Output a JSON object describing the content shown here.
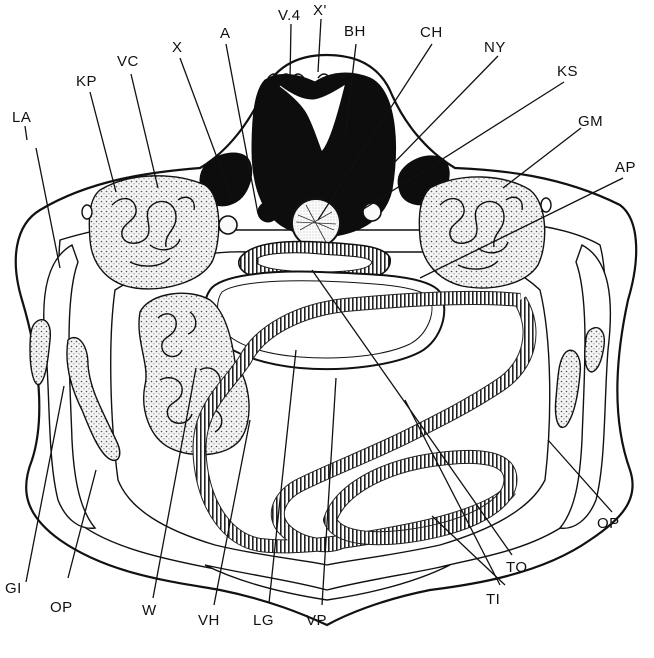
{
  "labels": {
    "V4": "V.4",
    "Xprime": "X'",
    "BH": "BH",
    "CH": "CH",
    "NY": "NY",
    "KS": "KS",
    "GM": "GM",
    "AP": "AP",
    "X": "X",
    "A": "A",
    "VC": "VC",
    "KP": "KP",
    "LA": "LA",
    "GI": "GI",
    "OP_left": "OP",
    "W": "W",
    "VH": "VH",
    "LG": "LG",
    "VP": "VP",
    "TI": "TI",
    "TO": "TO",
    "OP_right": "OP"
  }
}
